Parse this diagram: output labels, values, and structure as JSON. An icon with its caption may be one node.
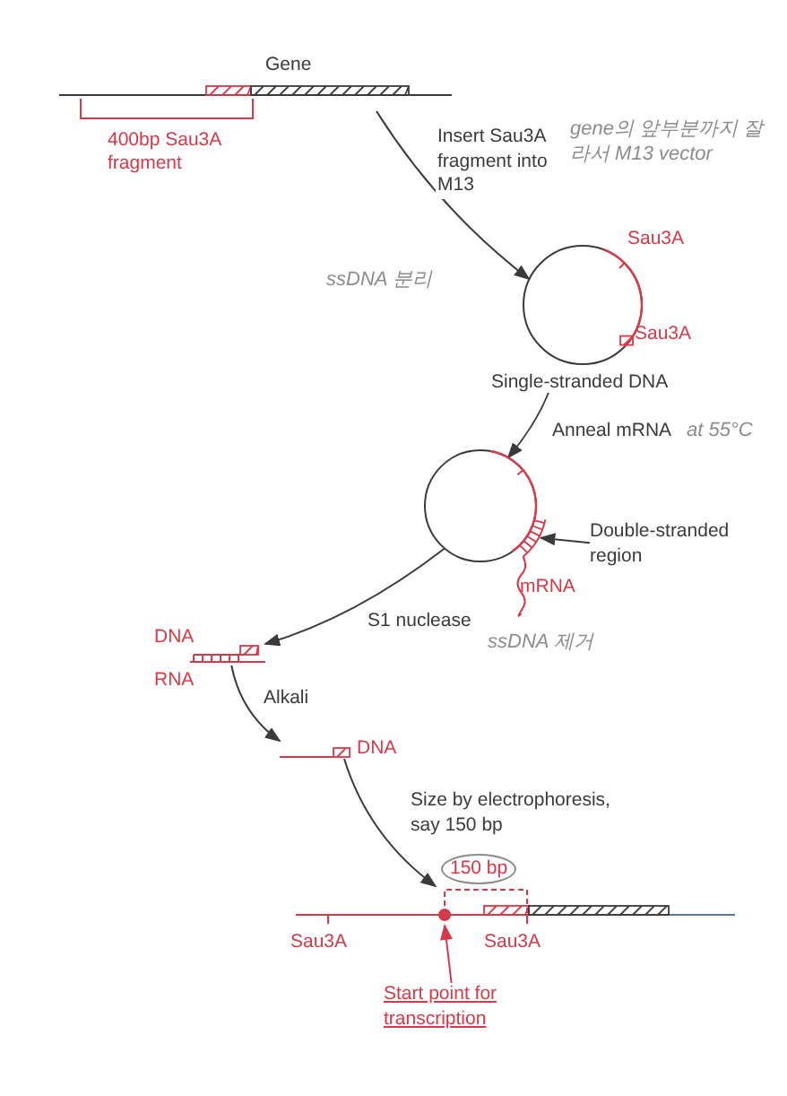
{
  "diagram": {
    "nodes": [
      {
        "text": [
          "Gene"
        ]
      },
      {
        "text": [],
        "shape": "circle",
        "beside": [
          "Sau3A",
          "Sau3A",
          "Single-stranded DNA"
        ]
      },
      {
        "text": [],
        "shape": "circle",
        "beside": [
          "mRNA"
        ]
      },
      {
        "text": [
          "Double-stranded region"
        ]
      },
      {
        "text": [],
        "shape": "picture",
        "beside": [
          "DNA",
          "RNA"
        ]
      },
      {
        "text": [],
        "shape": "picture",
        "beside": [
          "DNA"
        ]
      },
      {
        "text": [],
        "shape": "picture",
        "beside": [
          "150 bp",
          "Sau3A",
          "Sau3A"
        ]
      },
      {
        "text": [
          "Start point for transcription"
        ]
      }
    ],
    "edges": [
      {
        "from": 0,
        "to": 1,
        "arrow": "to",
        "label": "Insert Sau3A fragment into M13"
      },
      {
        "from": 1,
        "to": 2,
        "arrow": "to",
        "label": "Anneal mRNA"
      },
      {
        "from": 3,
        "to": 2,
        "arrow": "to"
      },
      {
        "from": 2,
        "to": 4,
        "arrow": "to",
        "label": "S1 nuclease"
      },
      {
        "from": 4,
        "to": 5,
        "arrow": "to",
        "label": "Alkali"
      },
      {
        "from": 5,
        "to": 6,
        "arrow": "to",
        "label": "Size by electrophoresis, say 150 bp"
      },
      {
        "from": 7,
        "to": 6,
        "arrow": "to",
        "color": "#d63a48"
      }
    ],
    "labels": [
      "400bp Sau3A fragment",
      "gene의 앞부분까지 잘라서 M13 vector",
      "ssDNA 분리",
      "at 55°C",
      "ssDNA 제거"
    ]
  }
}
